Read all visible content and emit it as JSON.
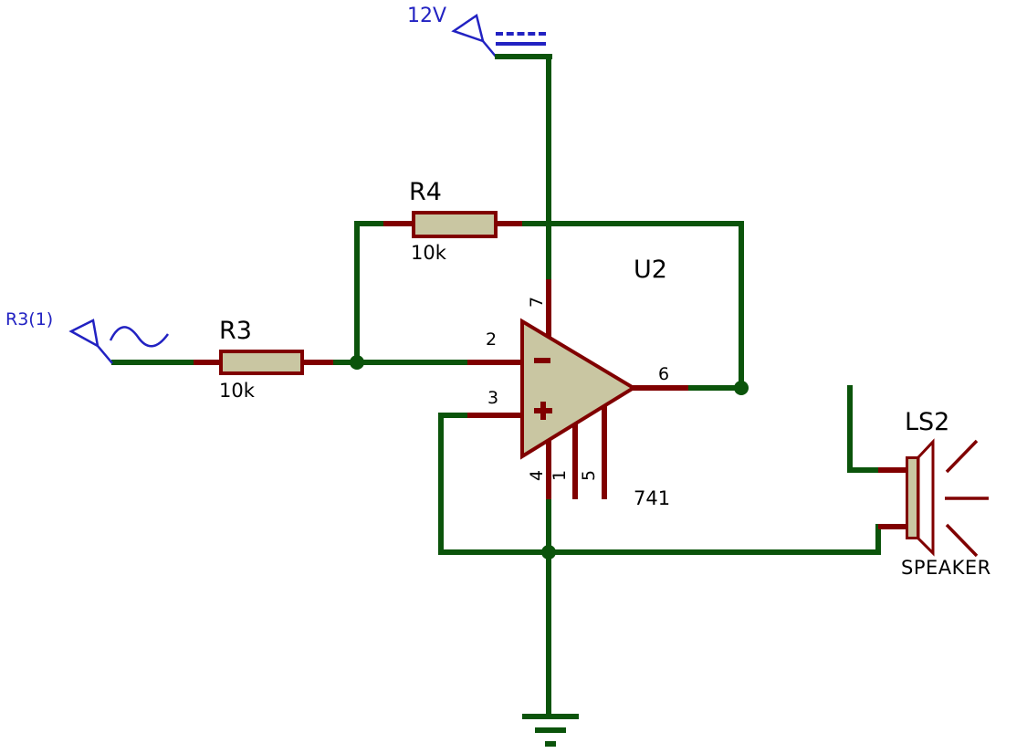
{
  "schematic": {
    "power_terminal": {
      "label": "12V"
    },
    "input_terminal": {
      "label": "R3(1)"
    },
    "resistors": {
      "r3": {
        "ref": "R3",
        "value": "10k"
      },
      "r4": {
        "ref": "R4",
        "value": "10k"
      }
    },
    "opamp": {
      "ref": "U2",
      "device": "741",
      "pin_inverting": "2",
      "pin_noninverting": "3",
      "pin_output": "6",
      "pin_vcc": "7",
      "pin_vee": "4",
      "pin_offset1": "1",
      "pin_offset2": "5"
    },
    "speaker": {
      "ref": "LS2",
      "device": "SPEAKER"
    },
    "colors": {
      "wire_green": "#0B540B",
      "component_maroon": "#800000",
      "body_fill": "#C9C6A2",
      "annotation_blue": "#2222C2"
    }
  }
}
